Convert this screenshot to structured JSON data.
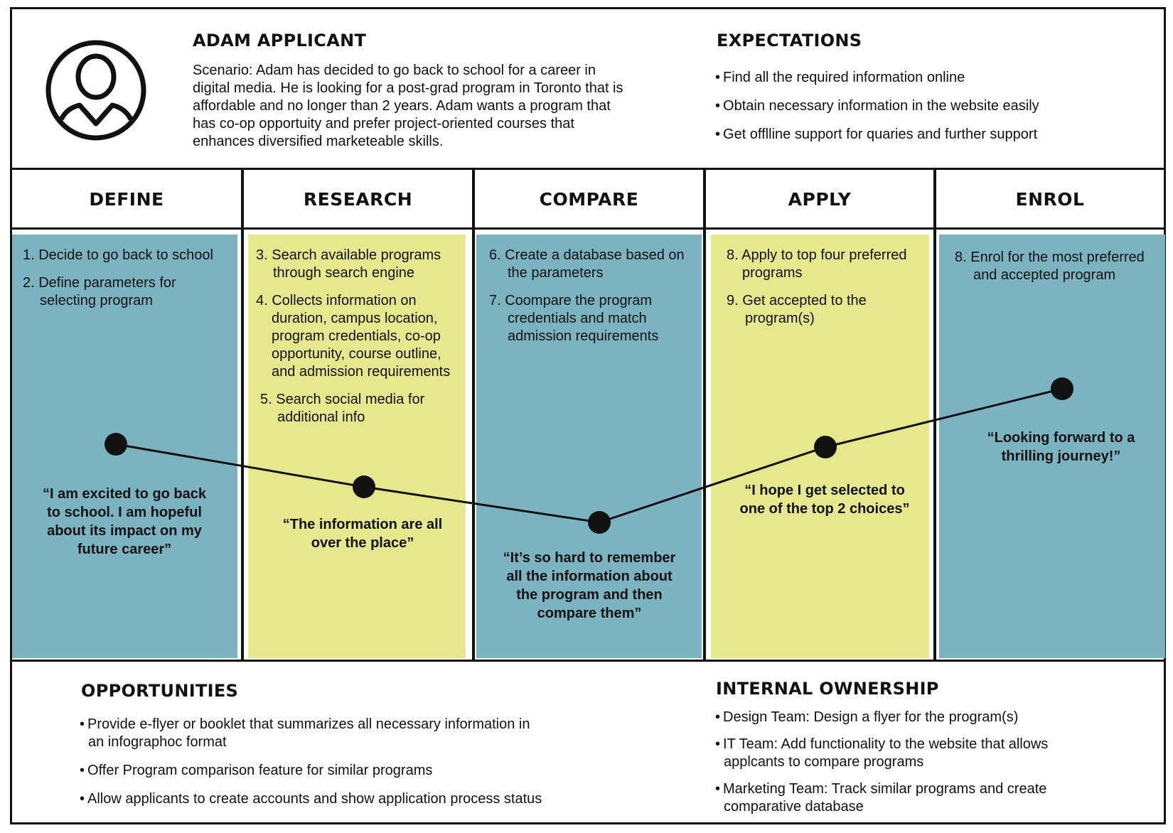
{
  "persona": {
    "name": "ADAM APPLICANT",
    "icon": "user-avatar-icon",
    "scenario": "Scenario: Adam has decided to go back to school for a career in digital media. He is looking for a post-grad program in Toronto that is affordable and no longer than 2 years. Adam wants a program that has co-op opportuity and prefer project-oriented courses that enhances diversified marketeable skills."
  },
  "expectations": {
    "title": "EXPECTATIONS",
    "items": [
      "Find all the required information online",
      "Obtain necessary information in the website easily",
      "Get offlline support for quaries and further support"
    ]
  },
  "colors": {
    "teal": "#7bb3c1",
    "yellow": "#e5e88c",
    "line": "#111111"
  },
  "stages": [
    {
      "title": "DEFINE",
      "color": "teal",
      "steps": [
        "1. Decide to go back to school",
        "2. Define parameters for selecting program"
      ],
      "quote": "“I am excited to go back to school. I am hopeful about its impact on my future career”"
    },
    {
      "title": "RESEARCH",
      "color": "yellow",
      "steps": [
        "3. Search available programs through search engine",
        "4. Collects information on duration, campus location, program credentials, co-op opportunity, course outline, and admission requirements",
        "5. Search social media for additional info"
      ],
      "quote": "“The information are all over the place”"
    },
    {
      "title": "COMPARE",
      "color": "teal",
      "steps": [
        "6. Create a database based on the parameters",
        "7. Coompare the program credentials and match admission requirements"
      ],
      "quote": "“It’s so hard to remember all the information about the program and then compare them”"
    },
    {
      "title": "APPLY",
      "color": "yellow",
      "steps": [
        "8. Apply to top four preferred programs",
        "9. Get accepted to the program(s)"
      ],
      "quote": "“I hope I get selected to one of the top 2 choices”"
    },
    {
      "title": "ENROL",
      "color": "teal",
      "steps": [
        "8. Enrol for the most preferred and accepted program"
      ],
      "quote": "“Looking forward to a thrilling journey!”"
    }
  ],
  "opportunities": {
    "title": "OPPORTUNITIES",
    "items": [
      "Provide e-flyer or booklet that summarizes all necessary information in an infographoc format",
      "Offer Program comparison feature for similar programs",
      "Allow applicants to create accounts and show application process status"
    ]
  },
  "ownership": {
    "title": "INTERNAL OWNERSHIP",
    "items": [
      "Design Team: Design a flyer for the program(s)",
      "IT Team: Add functionality to the website that allows applcants to compare programs",
      "Marketing Team: Track similar programs and create comparative database"
    ]
  }
}
